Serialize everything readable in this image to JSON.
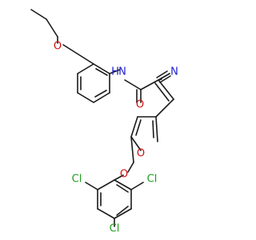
{
  "atoms": {
    "o_ether_top": {
      "label": "O",
      "color": "#d01010"
    },
    "n_amide": {
      "label": "N",
      "color": "#2020c8"
    },
    "h_amide": {
      "label": "H",
      "color": "#2020c8"
    },
    "n_nitrile": {
      "label": "N",
      "color": "#2020c8"
    },
    "o_carbonyl": {
      "label": "O",
      "color": "#d01010"
    },
    "o_furan": {
      "label": "O",
      "color": "#d01010"
    },
    "o_ether_bottom": {
      "label": "O",
      "color": "#d01010"
    },
    "cl_left": {
      "label": "Cl",
      "color": "#1f9e1f"
    },
    "cl_right": {
      "label": "Cl",
      "color": "#1f9e1f"
    },
    "cl_bottom": {
      "label": "Cl",
      "color": "#1f9e1f"
    }
  }
}
